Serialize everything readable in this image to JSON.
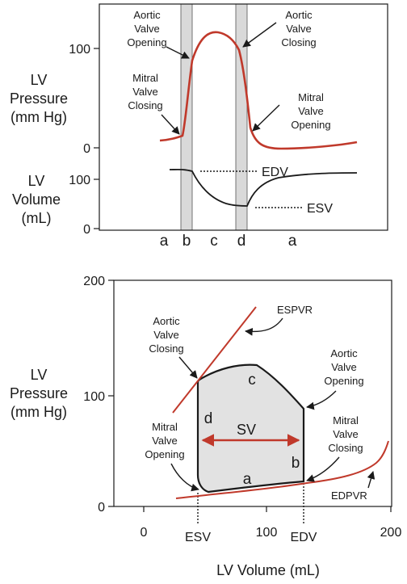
{
  "colors": {
    "red": "#c0392b",
    "ink": "#1a1a1a",
    "band": "#d9d9d9",
    "loop_fill": "#e2e2e2"
  },
  "top_panel": {
    "pressure_axis_label": [
      "LV",
      "Pressure",
      "(mm Hg)"
    ],
    "pressure_ticks": [
      "100",
      "0"
    ],
    "volume_axis_label": [
      "LV",
      "Volume",
      "(mL)"
    ],
    "volume_ticks": [
      "100",
      "0"
    ],
    "phases": [
      "a",
      "b",
      "c",
      "d",
      "a"
    ],
    "annotations": {
      "aortic_opening": [
        "Aortic",
        "Valve",
        "Opening"
      ],
      "aortic_closing": [
        "Aortic",
        "Valve",
        "Closing"
      ],
      "mitral_closing": [
        "Mitral",
        "Valve",
        "Closing"
      ],
      "mitral_opening": [
        "Mitral",
        "Valve",
        "Opening"
      ],
      "edv": "EDV",
      "esv": "ESV"
    }
  },
  "bottom_panel": {
    "y_axis_label": [
      "LV",
      "Pressure",
      "(mm Hg)"
    ],
    "y_ticks": [
      "200",
      "100",
      "0"
    ],
    "x_ticks": [
      "0",
      "100",
      "200"
    ],
    "x_axis_label": "LV Volume (mL)",
    "x_markers": [
      "ESV",
      "EDV"
    ],
    "curve_labels": {
      "espvr": "ESPVR",
      "edpvr": "EDPVR",
      "sv": "SV"
    },
    "phase_labels": {
      "a": "a",
      "b": "b",
      "c": "c",
      "d": "d"
    },
    "annotations": {
      "aortic_closing": [
        "Aortic",
        "Valve",
        "Closing"
      ],
      "aortic_opening": [
        "Aortic",
        "Valve",
        "Opening"
      ],
      "mitral_opening": [
        "Mitral",
        "Valve",
        "Opening"
      ],
      "mitral_closing": [
        "Mitral",
        "Valve",
        "Closing"
      ]
    }
  }
}
